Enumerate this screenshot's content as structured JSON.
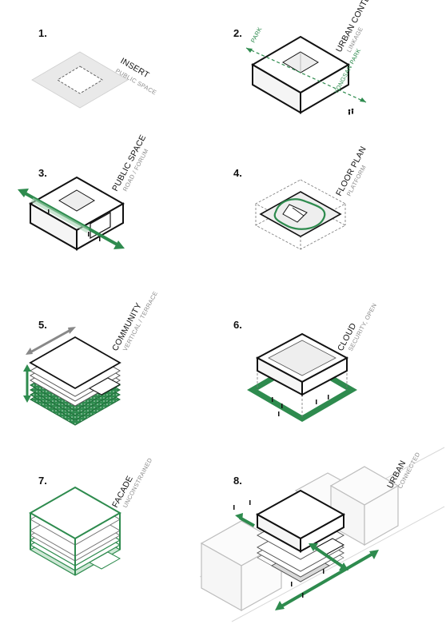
{
  "colors": {
    "accent": "#2e8b4e",
    "ink": "#111111",
    "shade": "#e9e9e9",
    "side": "#f5f5f5"
  },
  "steps": [
    {
      "number": "1.",
      "title": "INSERT",
      "subtitle": "PUBLIC SPACE"
    },
    {
      "number": "2.",
      "title": "URBAN CONTEXT",
      "subtitle": "LINKAGE",
      "labels": [
        "PARK",
        "YONGSAN PARK"
      ]
    },
    {
      "number": "3.",
      "title": "PUBLIC SPACE",
      "subtitle": "ROAD / FORUM"
    },
    {
      "number": "4.",
      "title": "FLOOR PLAN",
      "subtitle": "PLATFORM"
    },
    {
      "number": "5.",
      "title": "COMMUNITY",
      "subtitle": "VERTICAL / TERRACE"
    },
    {
      "number": "6.",
      "title": "CLOUD",
      "subtitle": "SECURITY, OPEN"
    },
    {
      "number": "7.",
      "title": "FACADE",
      "subtitle": "UNCONSTRAINED"
    },
    {
      "number": "8.",
      "title": "URBAN",
      "subtitle": "CONNECTED"
    }
  ]
}
